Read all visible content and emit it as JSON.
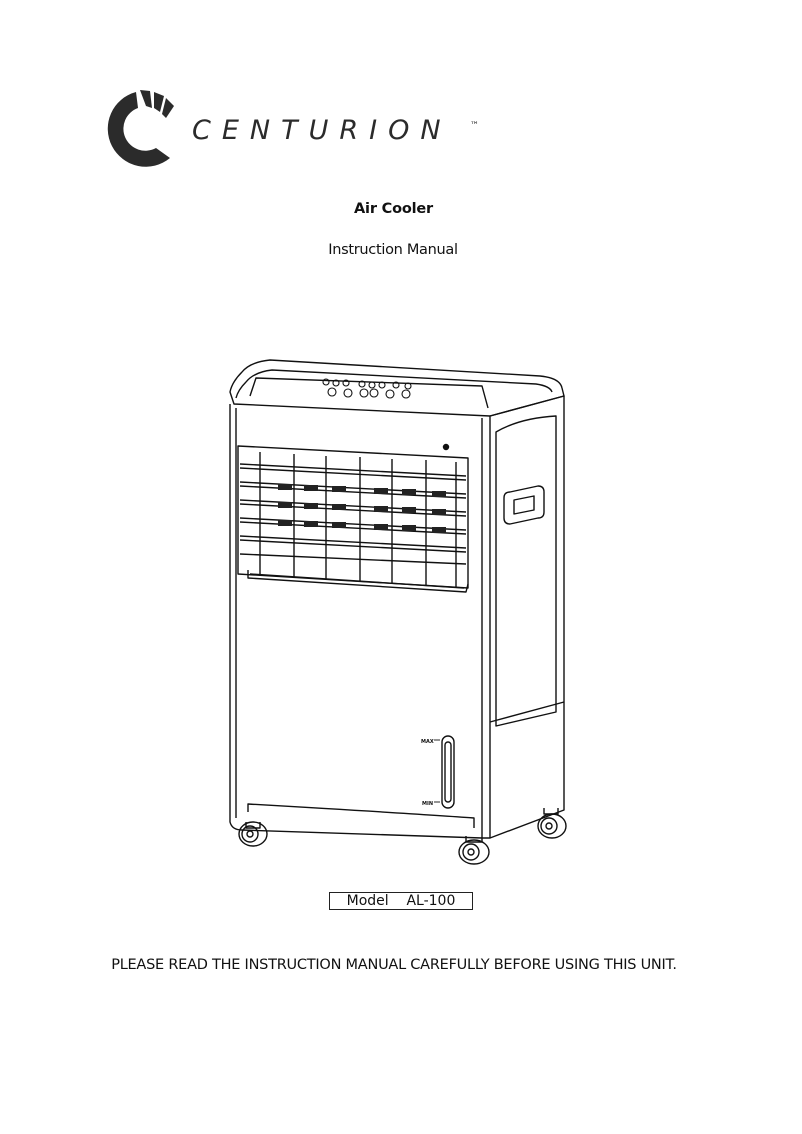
{
  "brand": {
    "name": "CENTURION",
    "trademark": "™",
    "accent_color": "#2b2b2b"
  },
  "document": {
    "title": "Air Cooler",
    "subtitle": "Instruction Manual",
    "model_label": "Model",
    "model_number": "AL-100",
    "notice": "PLEASE READ THE INSTRUCTION MANUAL CAREFULLY BEFORE USING THIS UNIT."
  },
  "illustration": {
    "water_level_max": "MAX",
    "water_level_min": "MIN"
  }
}
